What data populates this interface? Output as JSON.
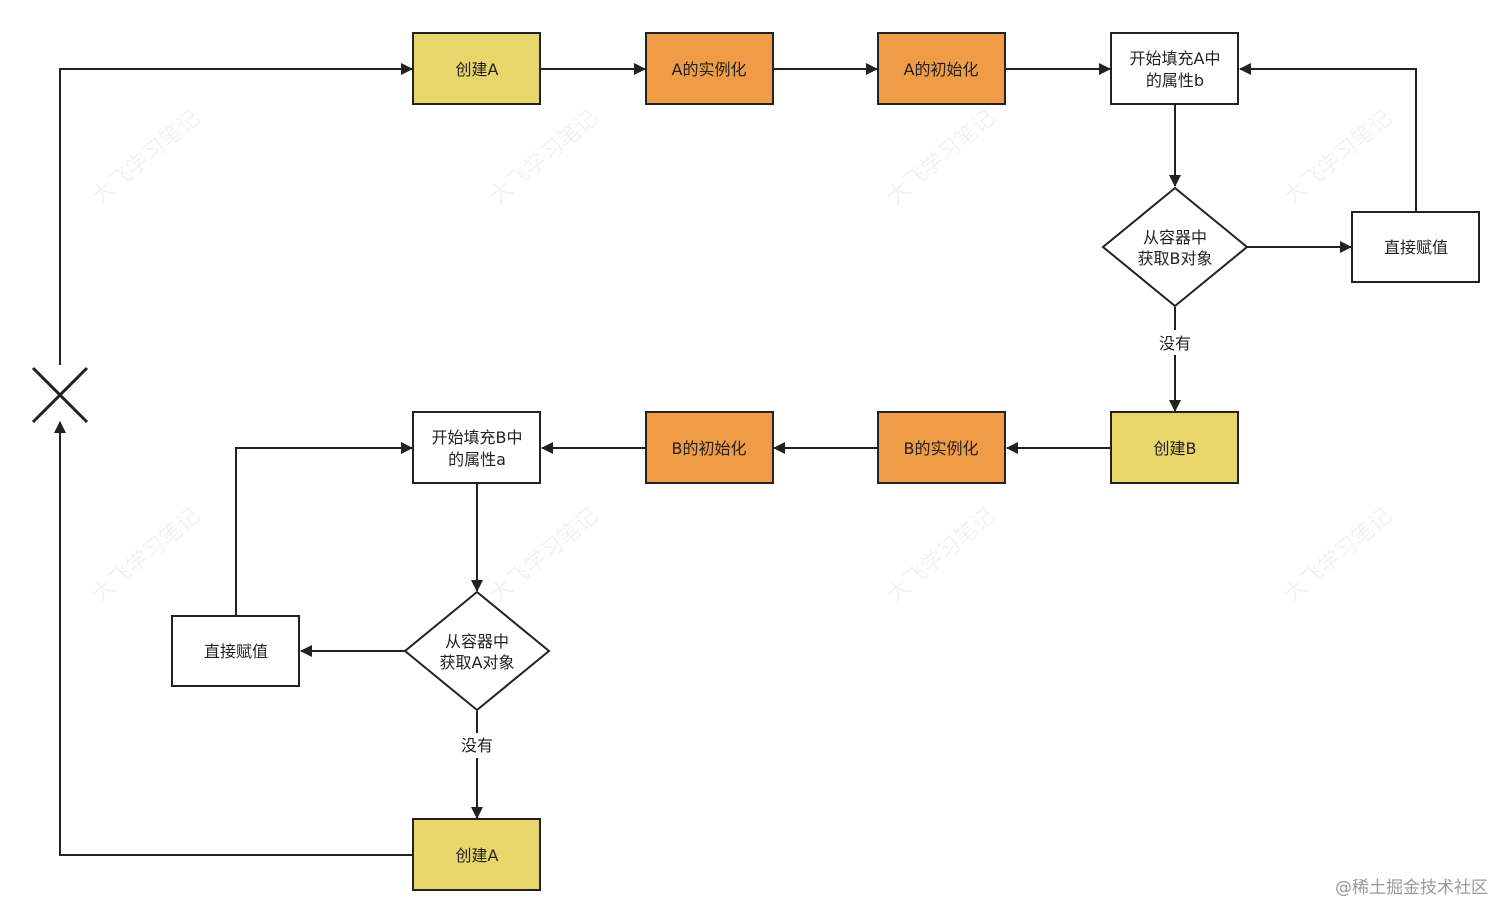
{
  "diagram": {
    "nodes": {
      "create_a_top": {
        "label": "创建A",
        "fill": "#E8D66B"
      },
      "a_instantiate": {
        "label": "A的实例化",
        "fill": "#F09B45"
      },
      "a_initialize": {
        "label": "A的初始化",
        "fill": "#F09B45"
      },
      "a_fill_props": {
        "lines": [
          "开始填充A中",
          "的属性b"
        ],
        "fill": "#FFFFFF"
      },
      "get_b_decision": {
        "lines": [
          "从容器中",
          "获取B对象"
        ],
        "fill": "#FFFFFF"
      },
      "assign_right": {
        "label": "直接赋值",
        "fill": "#FFFFFF"
      },
      "create_b": {
        "label": "创建B",
        "fill": "#E8D66B"
      },
      "b_instantiate": {
        "label": "B的实例化",
        "fill": "#F09B45"
      },
      "b_initialize": {
        "label": "B的初始化",
        "fill": "#F09B45"
      },
      "b_fill_props": {
        "lines": [
          "开始填充B中",
          "的属性a"
        ],
        "fill": "#FFFFFF"
      },
      "get_a_decision": {
        "lines": [
          "从容器中",
          "获取A对象"
        ],
        "fill": "#FFFFFF"
      },
      "assign_left": {
        "label": "直接赋值",
        "fill": "#FFFFFF"
      },
      "create_a_bottom": {
        "label": "创建A",
        "fill": "#E8D66B"
      }
    },
    "edge_labels": {
      "no_b": "没有",
      "no_a": "没有"
    },
    "stroke_color": "#222222"
  },
  "watermark": {
    "text": "大飞学习笔记"
  },
  "footer": {
    "text": "@稀土掘金技术社区"
  }
}
